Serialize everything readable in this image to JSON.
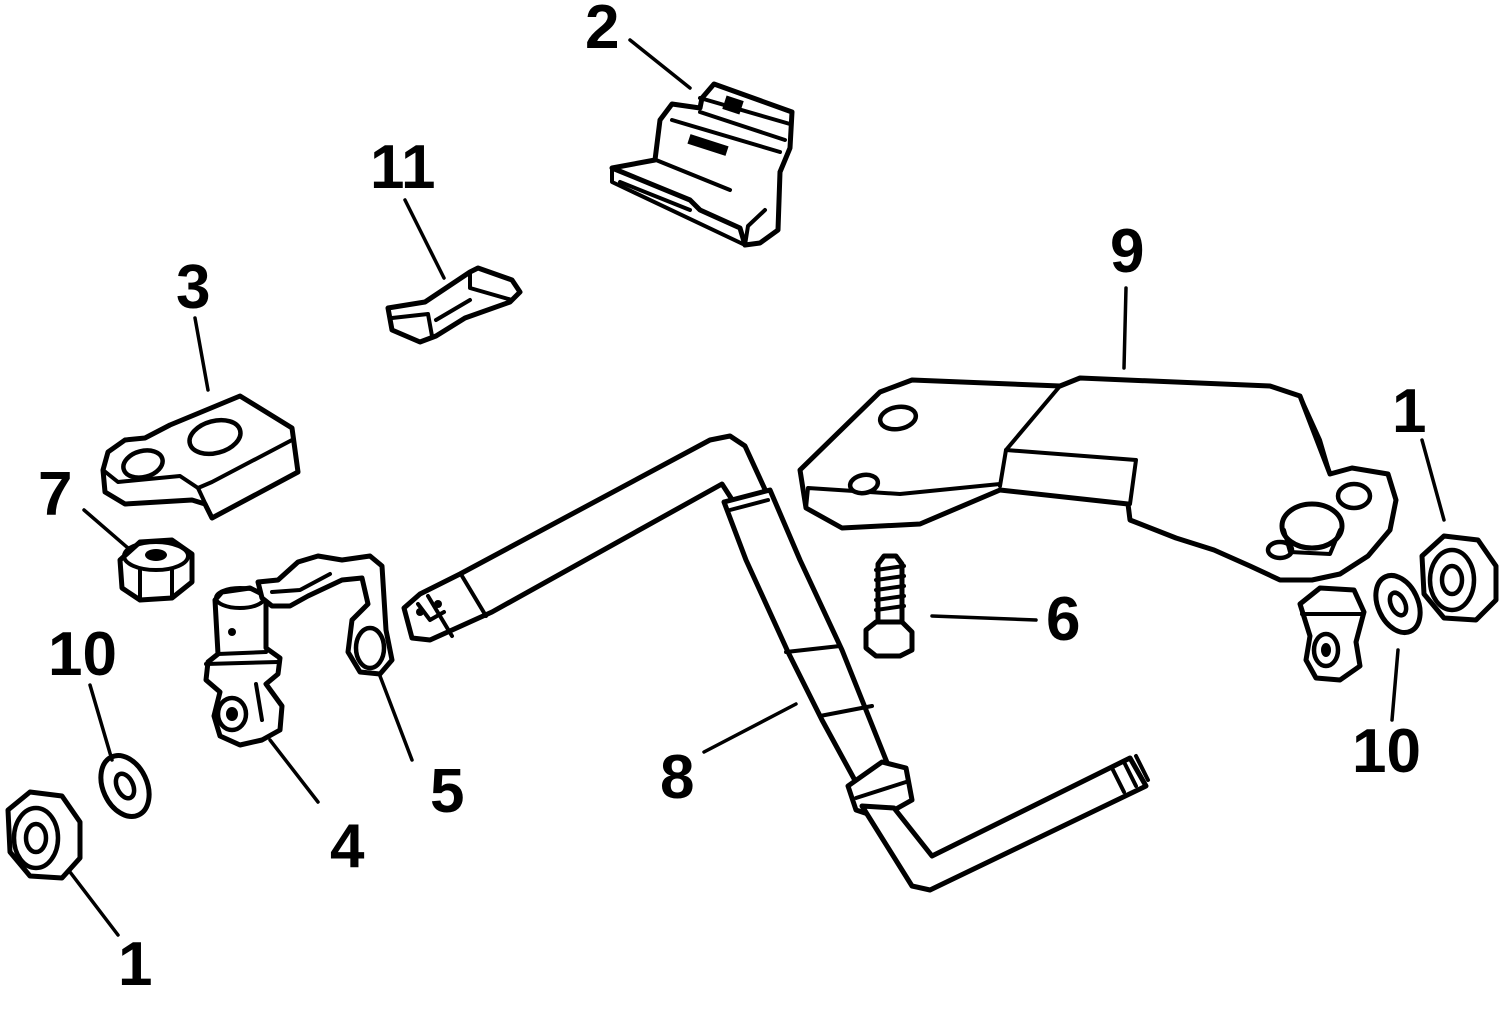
{
  "callouts": {
    "c1_left": "1",
    "c1_right": "1",
    "c2": "2",
    "c3": "3",
    "c4": "4",
    "c5": "5",
    "c6": "6",
    "c7": "7",
    "c8": "8",
    "c9": "9",
    "c10_left": "10",
    "c10_right": "10",
    "c11": "11"
  }
}
